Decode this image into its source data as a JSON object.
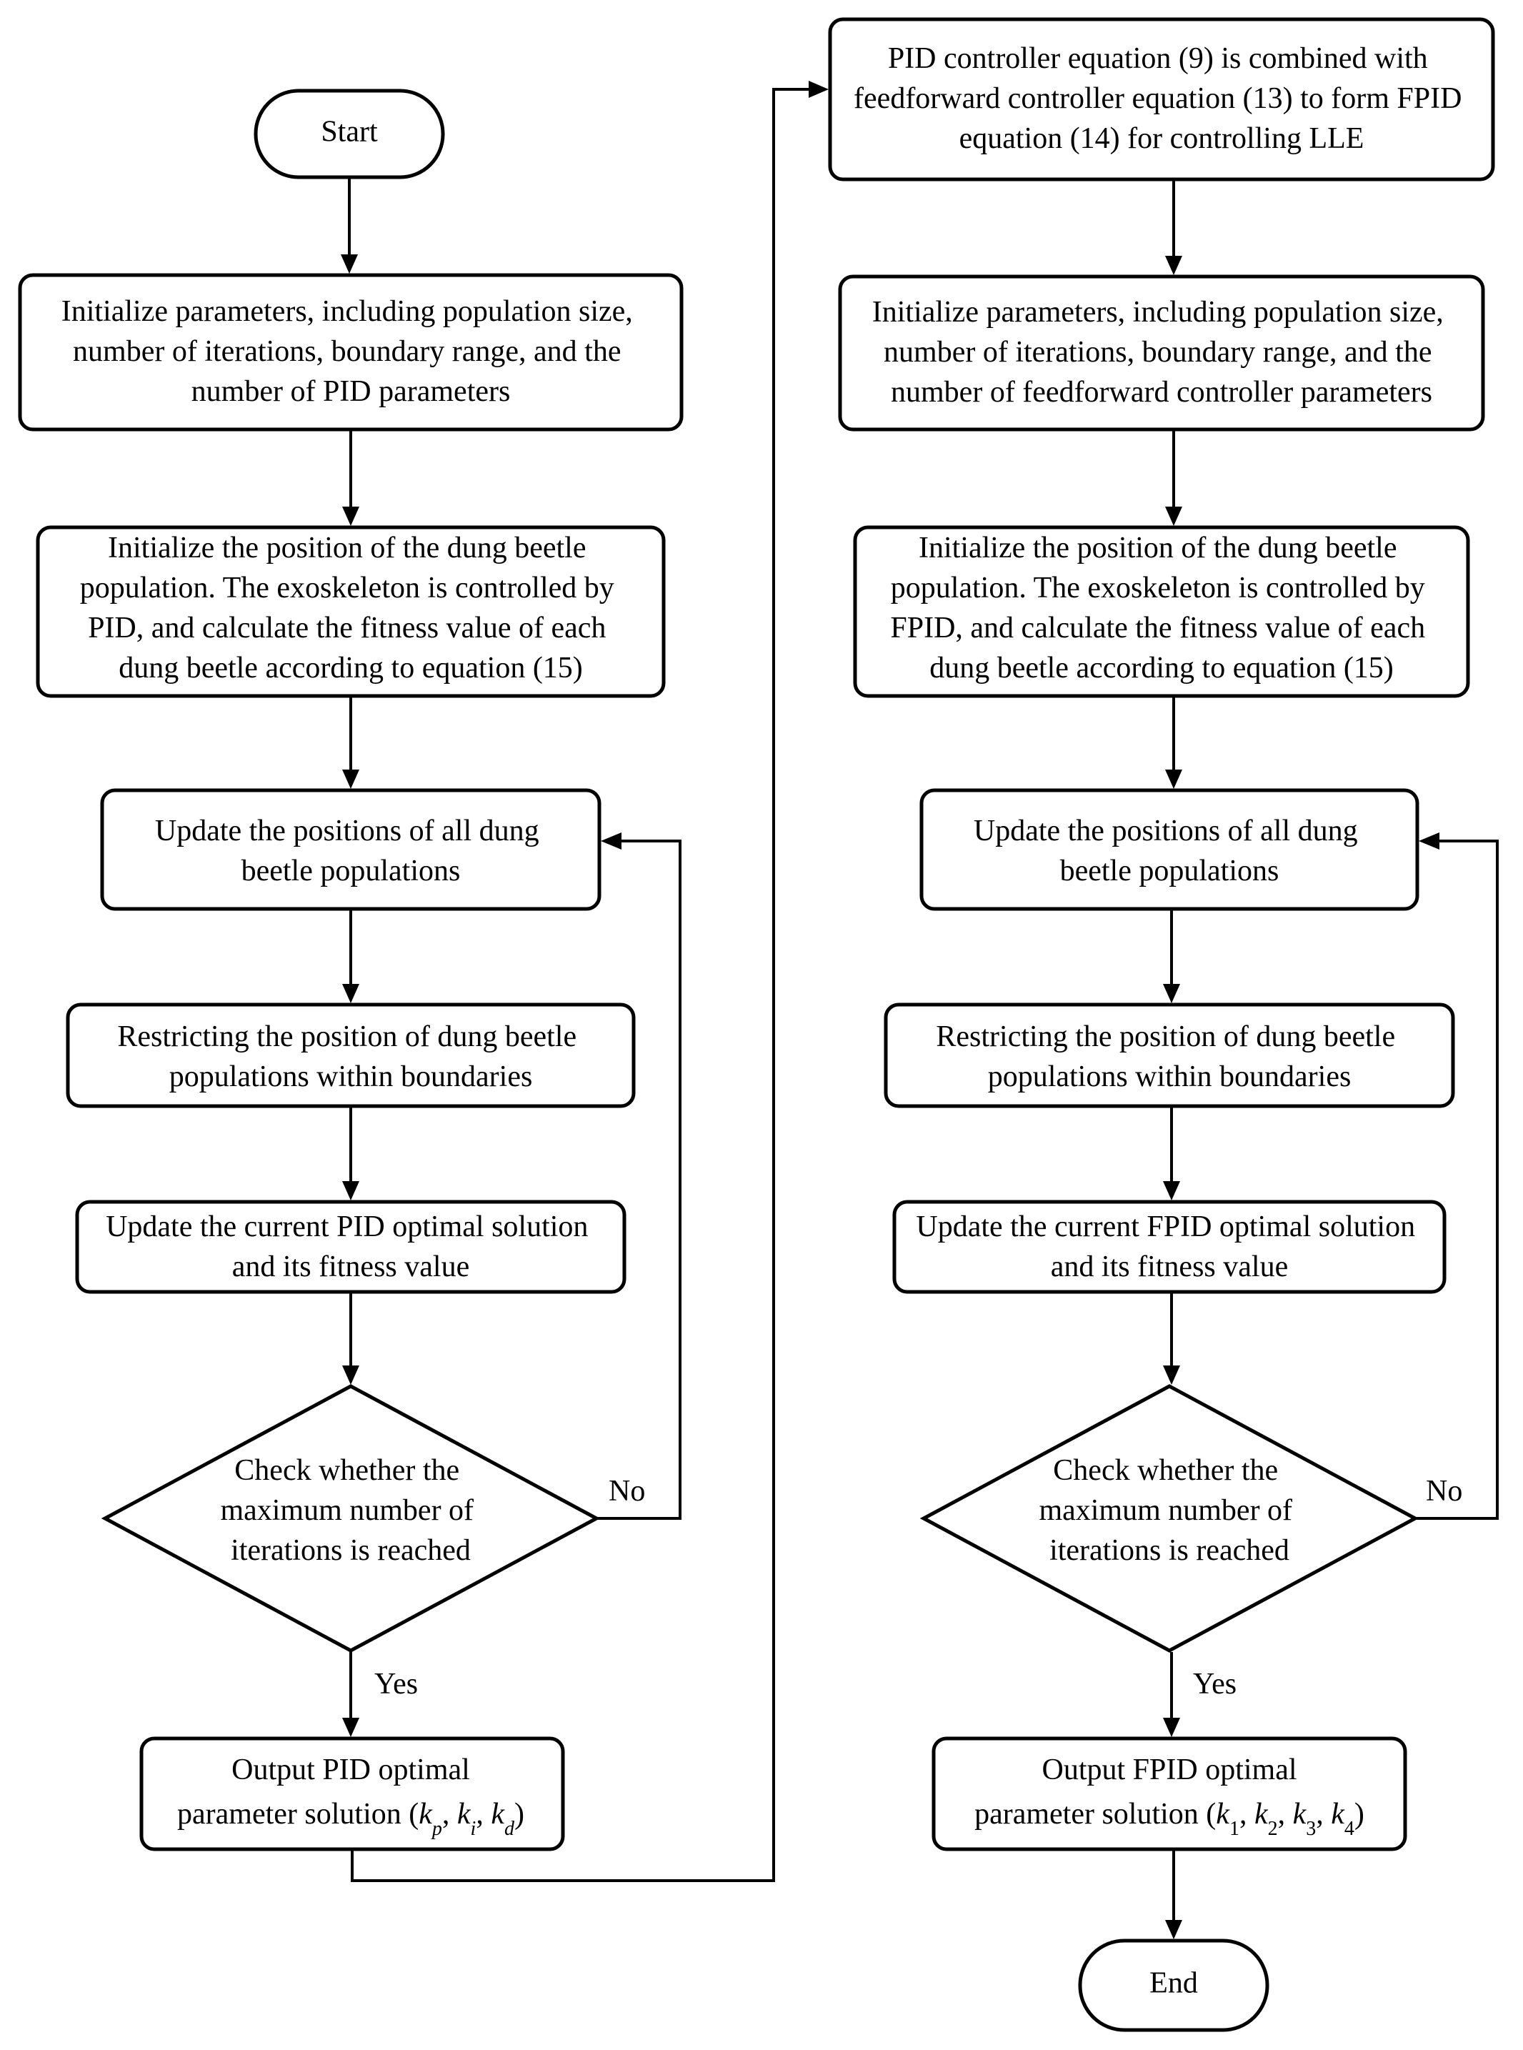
{
  "left": {
    "start": "Start",
    "init_params": [
      "Initialize parameters, including population size,",
      "number of iterations, boundary range, and the",
      "number of PID parameters"
    ],
    "init_position": [
      "Initialize the position of the dung beetle",
      "population. The exoskeleton is controlled by",
      "PID, and calculate the fitness value of each",
      "dung beetle according to equation (15)"
    ],
    "update_positions": [
      "Update the positions of all dung",
      "beetle populations"
    ],
    "restrict": [
      "Restricting the position of dung beetle",
      "populations within boundaries"
    ],
    "update_optimal": [
      "Update the current PID optimal solution",
      "and its fitness value"
    ],
    "check": [
      "Check whether the",
      "maximum number of",
      "iterations is reached"
    ],
    "no_label": "No",
    "yes_label": "Yes",
    "output_line1": "Output PID optimal",
    "output_prefix": "parameter solution (",
    "output_params": [
      {
        "base": "k",
        "sub": "p"
      },
      {
        "base": "k",
        "sub": "i"
      },
      {
        "base": "k",
        "sub": "d"
      }
    ],
    "output_suffix": ")"
  },
  "right": {
    "combine": [
      "PID controller equation (9) is combined with",
      "feedforward controller equation (13) to form FPID",
      "equation (14) for controlling LLE"
    ],
    "init_params": [
      "Initialize parameters, including population size,",
      "number of iterations, boundary range, and the",
      "number of feedforward controller parameters"
    ],
    "init_position": [
      "Initialize the position of the dung beetle",
      "population. The exoskeleton is controlled by",
      "FPID, and calculate the fitness value of each",
      "dung beetle according to equation (15)"
    ],
    "update_positions": [
      "Update the positions of all dung",
      "beetle populations"
    ],
    "restrict": [
      "Restricting the position of dung beetle",
      "populations within boundaries"
    ],
    "update_optimal": [
      "Update the current FPID optimal solution",
      "and its fitness value"
    ],
    "check": [
      "Check whether the",
      "maximum number of",
      "iterations is reached"
    ],
    "no_label": "No",
    "yes_label": "Yes",
    "output_line1": "Output FPID optimal",
    "output_prefix": "parameter solution (",
    "output_params": [
      {
        "base": "k",
        "sub": "1"
      },
      {
        "base": "k",
        "sub": "2"
      },
      {
        "base": "k",
        "sub": "3"
      },
      {
        "base": "k",
        "sub": "4"
      }
    ],
    "output_suffix": ")",
    "end": "End"
  }
}
